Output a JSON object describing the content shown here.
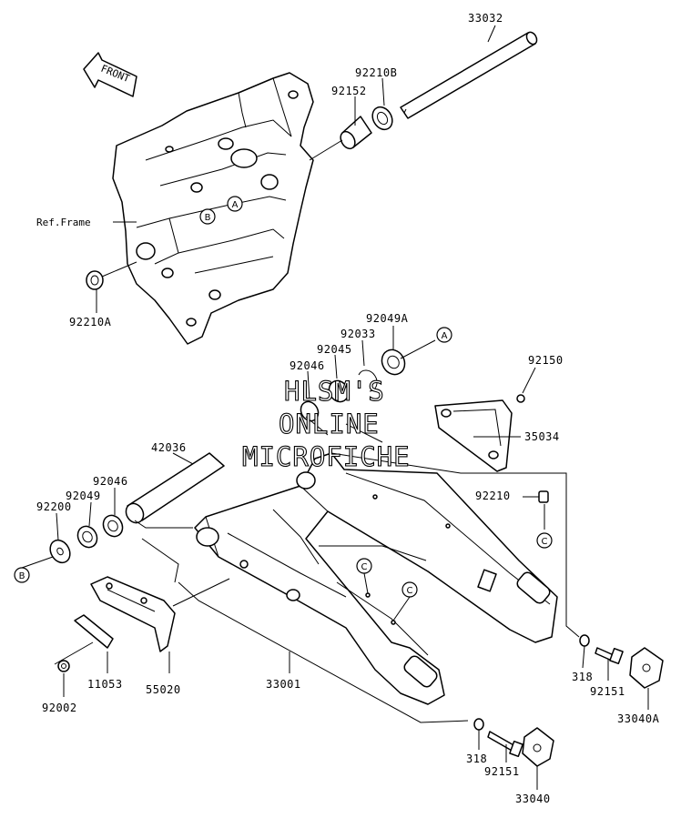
{
  "front_arrow": "FRONT",
  "ref_frame": "Ref.Frame",
  "watermark": [
    "HLSM'S",
    "ONLINE",
    "MICROFICHE"
  ],
  "callouts": {
    "a": "A",
    "b": "B",
    "c": "C"
  },
  "parts": {
    "p33032": "33032",
    "p92210b": "92210B",
    "p92152": "92152",
    "p92210a": "92210A",
    "p92049a": "92049A",
    "p92033": "92033",
    "p92045": "92045",
    "p92046_top": "92046",
    "p92150": "92150",
    "p35034": "35034",
    "p42036": "42036",
    "p92046": "92046",
    "p92049": "92049",
    "p92200": "92200",
    "p92210": "92210",
    "p33001": "33001",
    "p11053": "11053",
    "p55020": "55020",
    "p92002": "92002",
    "p318_right": "318",
    "p92151_right": "92151",
    "p33040a": "33040A",
    "p318_bottom": "318",
    "p92151_bottom": "92151",
    "p33040": "33040"
  }
}
